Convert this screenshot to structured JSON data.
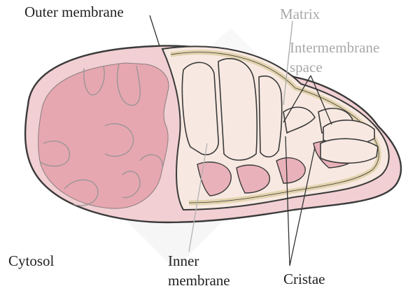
{
  "labels": {
    "outer_membrane": "Outer membrane",
    "matrix": "Matrix",
    "intermembrane_line1": "Intermembrane",
    "intermembrane_line2": "space",
    "cytosol": "Cytosol",
    "inner_membrane_line1": "Inner",
    "inner_membrane_line2": "membrane",
    "cristae": "Cristae"
  },
  "colors": {
    "outer_fill": "#f1cfd3",
    "fold_fill": "#e3a2ac",
    "cut_face": "#f6e6dc",
    "inner_membrane": "#e2d3ad",
    "outline": "#3a3a3a",
    "leader_line": "#333333",
    "watermark": "#e9e9e9"
  }
}
